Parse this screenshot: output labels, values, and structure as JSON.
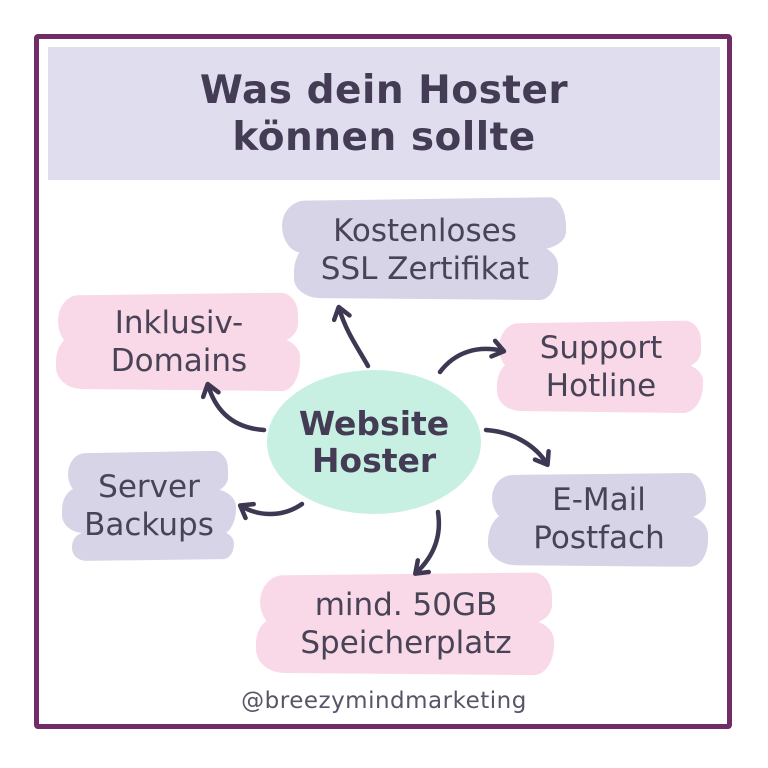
{
  "header": {
    "title_line1": "Was dein Hoster",
    "title_line2": "können sollte"
  },
  "diagram": {
    "type": "mindmap",
    "center": {
      "line1": "Website",
      "line2": "Hoster"
    },
    "branches": [
      {
        "id": "ssl",
        "line1": "Kostenloses",
        "line2": "SSL Zertifikat",
        "highlight": "lavender"
      },
      {
        "id": "support",
        "line1": "Support",
        "line2": "Hotline",
        "highlight": "pink"
      },
      {
        "id": "email",
        "line1": "E-Mail",
        "line2": "Postfach",
        "highlight": "lavender"
      },
      {
        "id": "storage",
        "line1": "mind. 50GB",
        "line2": "Speicherplatz",
        "highlight": "pink"
      },
      {
        "id": "server",
        "line1": "Server",
        "line2": "Backups",
        "highlight": "lavender"
      },
      {
        "id": "domains",
        "line1": "Inklusiv-",
        "line2": "Domains",
        "highlight": "pink"
      }
    ],
    "arrows": [
      "arrow-center-to-ssl",
      "arrow-center-to-support",
      "arrow-center-to-email",
      "arrow-center-to-storage",
      "arrow-center-to-server",
      "arrow-center-to-domains"
    ]
  },
  "footer": {
    "handle": "@breezymindmarketing"
  },
  "colors": {
    "lavender": "#d7d4e7",
    "pink": "#f9d9e7",
    "mint": "#c7f0e2",
    "banner": "#dfddee",
    "frame": "#6f2c66",
    "ink": "#3e3852",
    "node-ink": "#494358",
    "title-ink": "#443b54",
    "footer-ink": "#5a5468",
    "paper": "#ffffff"
  }
}
